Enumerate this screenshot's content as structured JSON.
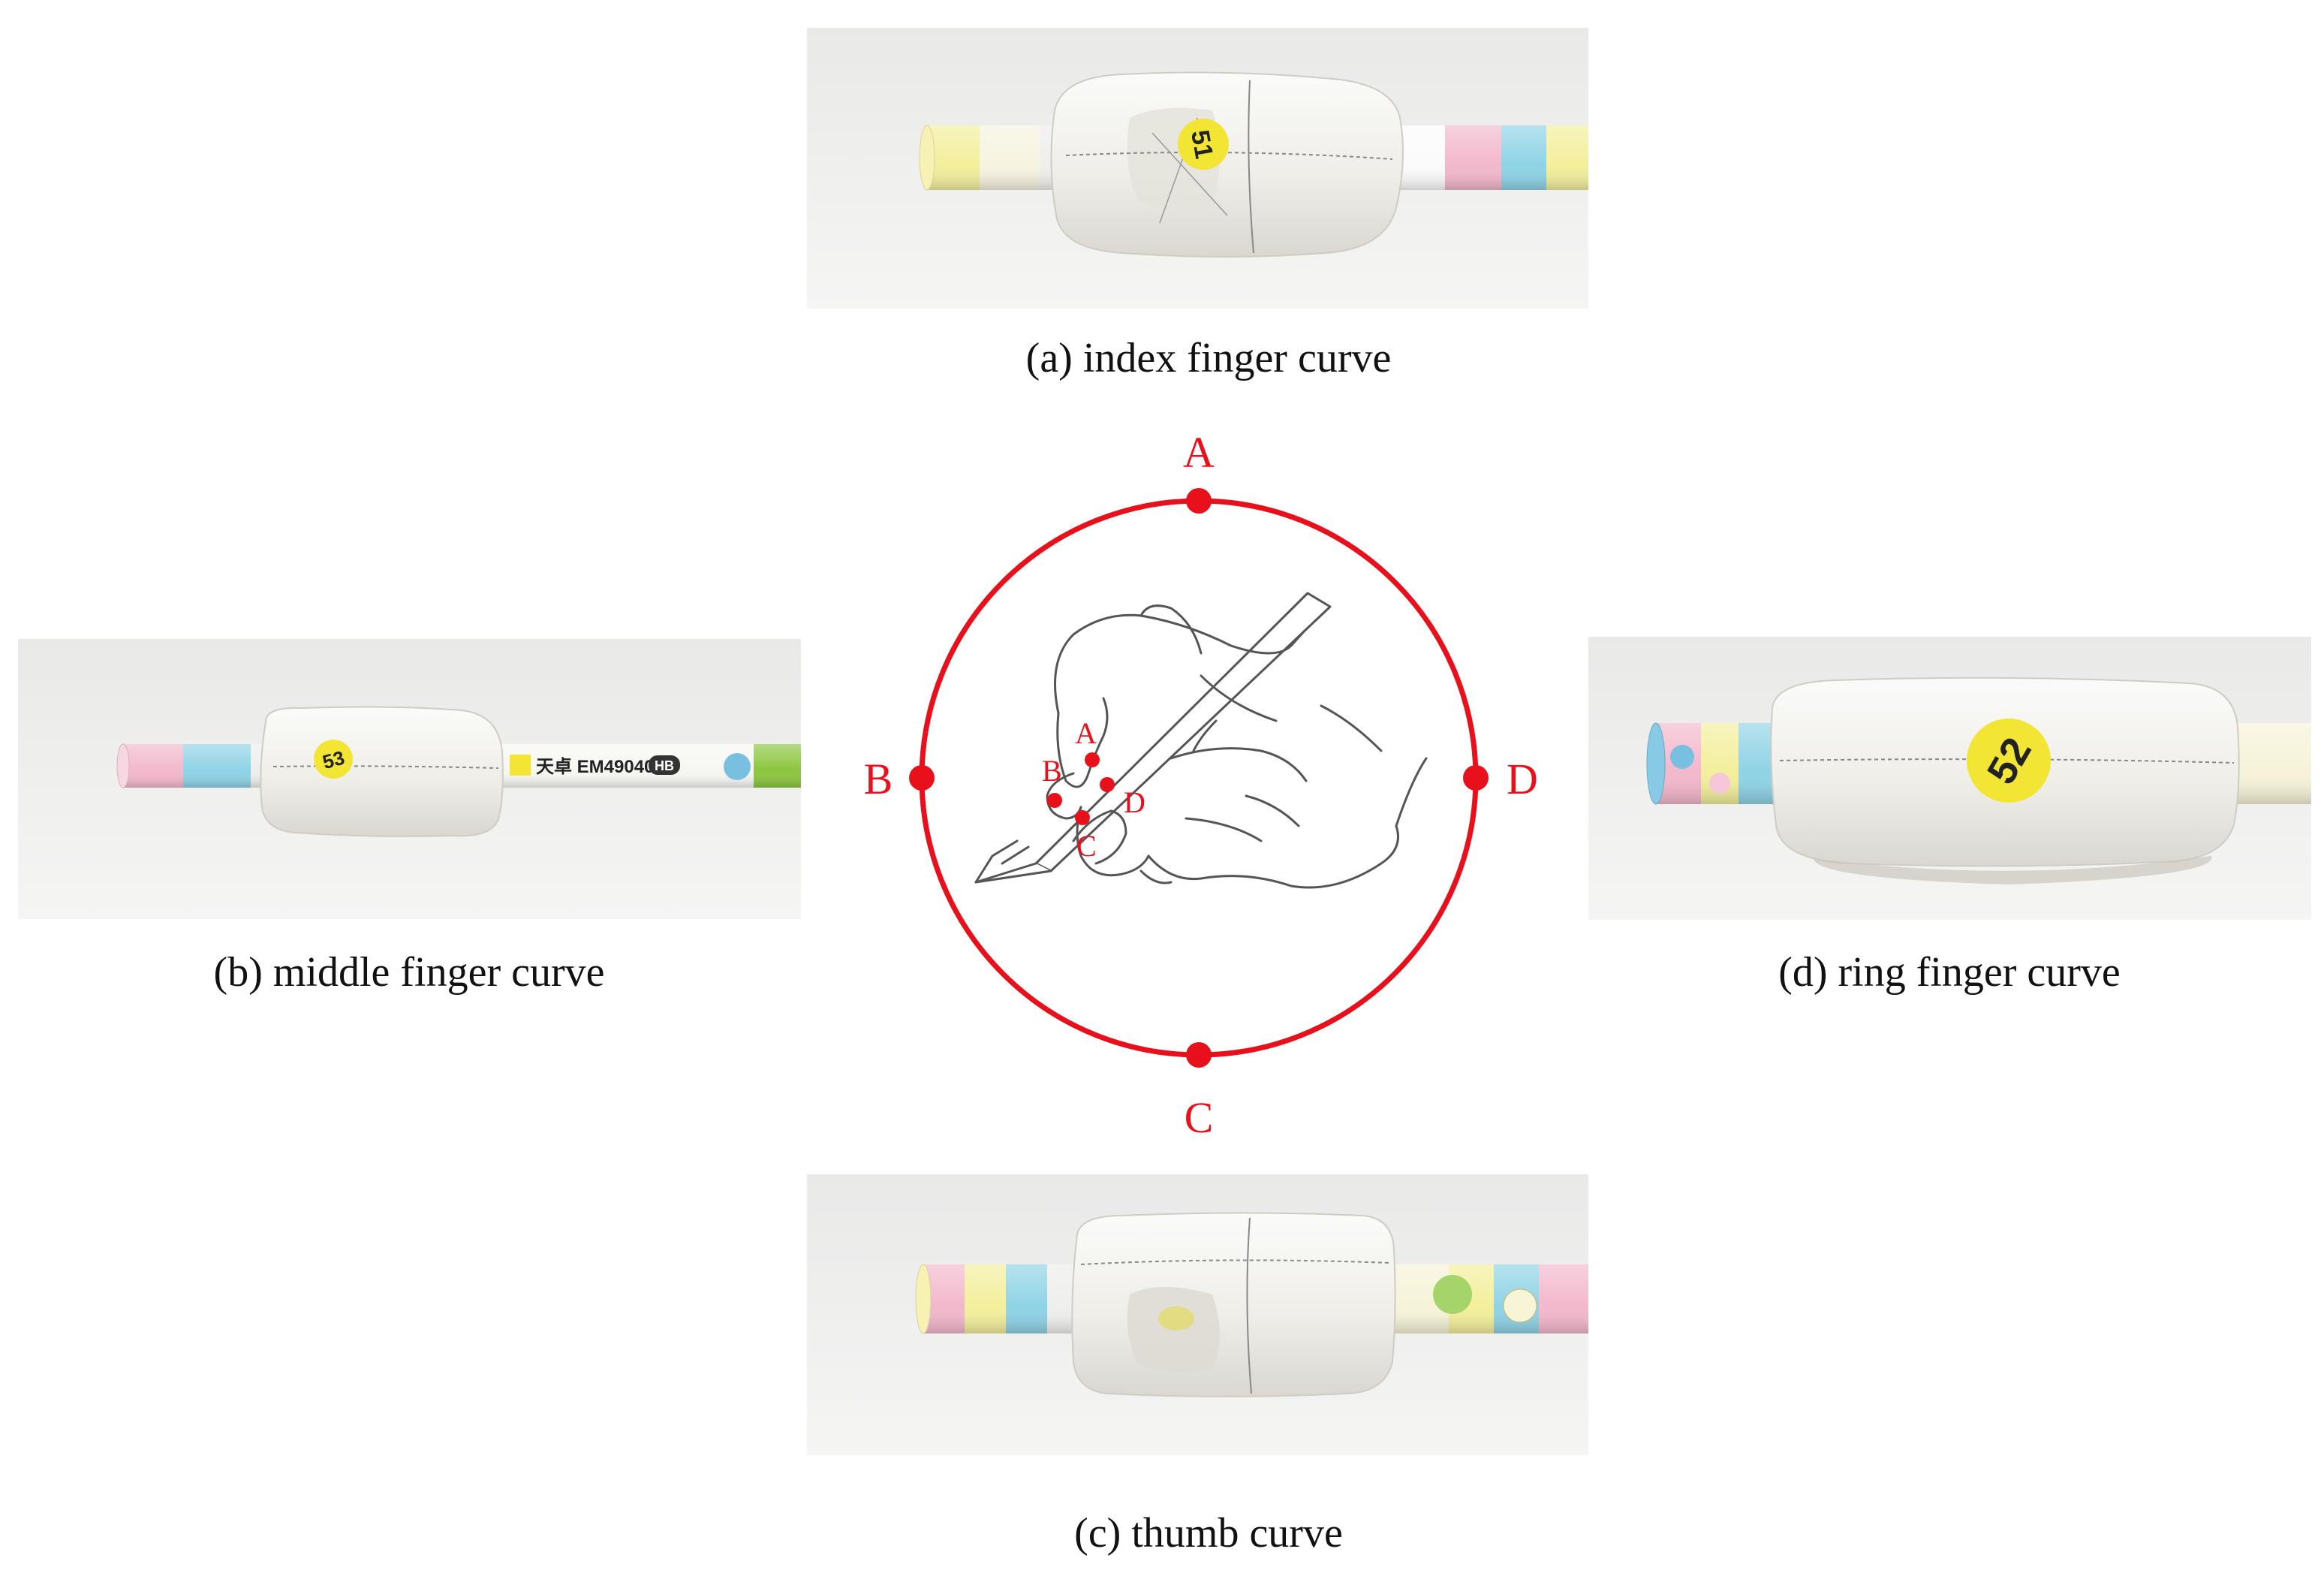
{
  "panels": {
    "index": {
      "caption": "(a) index finger curve",
      "sticker": "51"
    },
    "middle": {
      "caption": "(b) middle finger curve",
      "sticker": "53",
      "pencil_text": "天卓 EM49040",
      "pencil_grade": "HB"
    },
    "ring": {
      "caption": "(d) ring finger curve",
      "sticker": "52"
    },
    "thumb": {
      "caption": "(c) thumb curve"
    }
  },
  "diagram": {
    "outer_labels": {
      "top": "A",
      "left": "B",
      "bottom": "C",
      "right": "D"
    },
    "inner_labels": {
      "a": "A",
      "b": "B",
      "c": "C",
      "d": "D"
    }
  },
  "colors": {
    "accent_red": "#e8111b",
    "clay": "#f1f0ec",
    "sticker_yellow": "#f3e534",
    "pencil_pink": "#f3b8cc",
    "pencil_blue": "#8fd3e6",
    "pencil_yellow": "#f3ef9c",
    "pencil_green": "#8cc63f"
  }
}
